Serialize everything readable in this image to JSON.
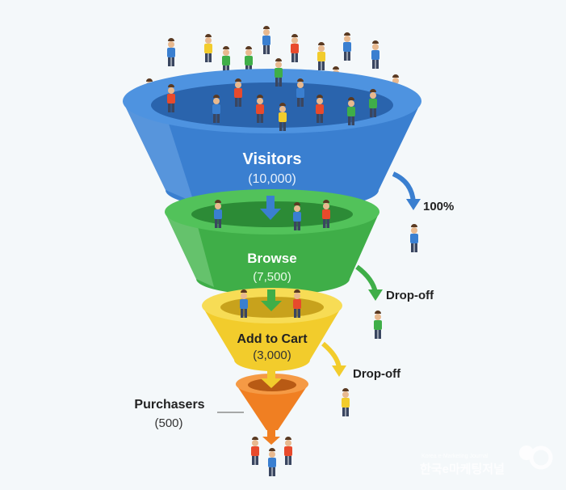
{
  "stages": [
    {
      "name": "Visitors",
      "count": "(10,000)",
      "color": "#3a7fd0"
    },
    {
      "name": "Browse",
      "count": "(7,500)",
      "color": "#3fae48"
    },
    {
      "name": "Add to Cart",
      "count": "(3,000)",
      "color": "#f2cc2c"
    },
    {
      "name": "Purchasers",
      "count": "(500)",
      "color": "#f07f22"
    }
  ],
  "side_labels": [
    "100%",
    "Drop-off",
    "Drop-off"
  ],
  "watermark": {
    "title": "한국e마케팅저널",
    "subtitle": "Korea e-Marketing Journal"
  }
}
